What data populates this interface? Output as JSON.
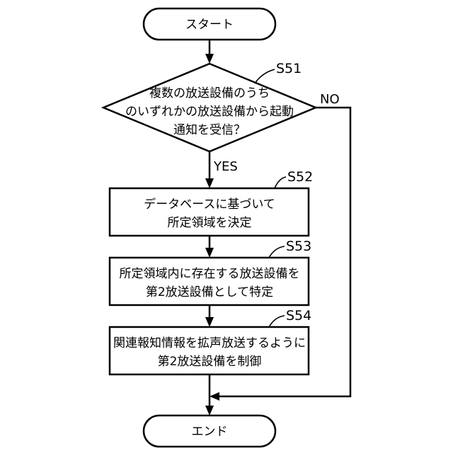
{
  "flowchart": {
    "start": {
      "label": "スタート"
    },
    "decision": {
      "step_id": "S51",
      "lines": [
        "複数の放送設備のうち",
        "のいずれかの放送設備から起動",
        "通知を受信？"
      ],
      "yes_label": "YES",
      "no_label": "NO"
    },
    "steps": [
      {
        "step_id": "S52",
        "lines": [
          "データベースに基づいて",
          "所定領域を決定"
        ]
      },
      {
        "step_id": "S53",
        "lines": [
          "所定領域内に存在する放送設備を",
          "第2放送設備として特定"
        ]
      },
      {
        "step_id": "S54",
        "lines": [
          "関連報知情報を拡声放送するように",
          "第2放送設備を制御"
        ]
      }
    ],
    "end": {
      "label": "エンド"
    }
  }
}
